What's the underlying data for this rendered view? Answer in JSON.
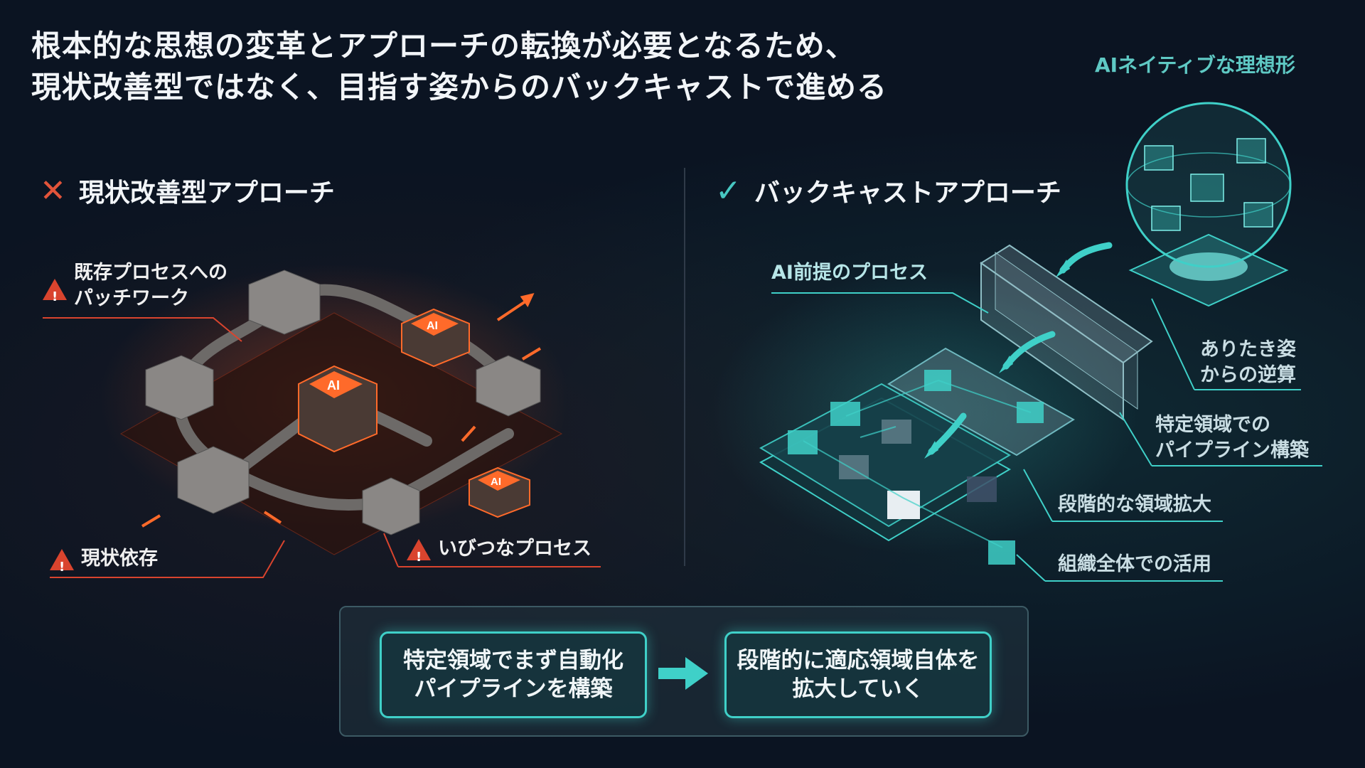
{
  "title": {
    "line1": "根本的な思想の変革とアプローチの転換が必要となるため、",
    "line2": "現状改善型ではなく、目指す姿からのバックキャストで進める"
  },
  "left": {
    "heading": "現状改善型アプローチ",
    "icon": "cross-icon",
    "warnings": [
      {
        "line1": "既存プロセスへの",
        "line2": "パッチワーク"
      },
      {
        "line1": "現状依存"
      },
      {
        "line1": "いびつなプロセス"
      }
    ],
    "chip_label": "AI"
  },
  "right": {
    "heading": "バックキャストアプローチ",
    "icon": "check-icon",
    "top_label": "AIネイティブな理想形",
    "process_label": "AI前提のプロセス",
    "labels": [
      {
        "line1": "ありたき姿",
        "line2": "からの逆算"
      },
      {
        "line1": "特定領域での",
        "line2": "パイプライン構築"
      },
      {
        "line1": "段階的な領域拡大"
      },
      {
        "line1": "組織全体での活用"
      }
    ]
  },
  "bottom": {
    "step1": {
      "line1": "特定領域でまず自動化",
      "line2": "パイプラインを構築"
    },
    "step2": {
      "line1": "段階的に適応領域自体を",
      "line2": "拡大していく"
    }
  },
  "colors": {
    "accent_cyan": "#3fd0c8",
    "warning_red": "#d9442e",
    "background": "#0b1422"
  }
}
